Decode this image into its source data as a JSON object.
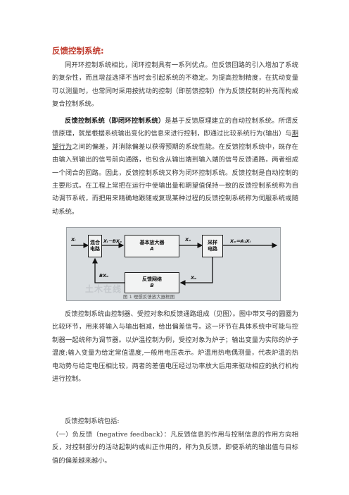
{
  "title": "反馈控制系统:",
  "p1": "同开环控制系统相比，闭环控制具有一系列优点。但反馈回路的引入增加了系统的复杂性，而且增益选择不当时会引起系统的不稳定。为提高控制精度，在扰动变量可以测量时，也常同时采用按扰动的控制（即前馈控制）作为反馈控制的补充而构成复合控制系统。",
  "p2": {
    "term": "反馈控制系统（即闭环控制系统）",
    "text_a": "是基于反馈原理建立的自动控制系统。所谓反馈原理，就是根据系统输出变化的信息来进行控制，即通过比较系统行为(输出）与",
    "underlined": "期望行为",
    "text_b": "之间的偏差，并消除偏差以获得预期的系统性能。在反馈控制系统中，既存在由输入到输出的信号前向通路，也包含从输出端到输入端的信号反馈通路，两者组成一个闭合的回路。因此，反馈控制系统又称为闭环控制系统。反馈控制是自动控制的主要形式。在工程上常把在运行中使输出量和期望值保持一致的反馈控制系统称为自动调节系统，而把用来精确地跟随或复现某种过程的反馈控制系统称为伺服系统或随动系统。"
  },
  "figure": {
    "x_i": "Xᵢ",
    "mix_line1": "混合",
    "mix_line2": "电路",
    "sum_sig": "Xᵢ－BXₒ",
    "amp_line1": "基本放大器",
    "amp_line2": "A",
    "x0_top": "Xₒ",
    "sample_line1": "采样",
    "sample_line2": "电路",
    "out_sig": "Xₒ＝A₁Xᵢ",
    "fb_line1": "反馈网络",
    "fb_line2": "B",
    "bx0": "BXₒ",
    "x0_fb": "Xₒ",
    "caption": "图 1   理想反馈放大器框图",
    "watermark": "土木在线"
  },
  "p3": "反馈控制系统由控制器、受控对象和反馈通路组成（见图）。图中带叉号的圆圈为比较环节，用来将输入与输出相减，给出偏差信号。这一环节在具体系统中可能与控制器一起统称为调节器。以炉温控制为例，受控对象为炉子；输出变量为实际的炉子温度;输入变量为给定常值温度,一般用电压表示。炉温用热电偶测量，代表炉温的热电动势与给定电压相比较，两者的差值电压经过功率放大后用来驱动相应的执行机构进行控制。",
  "p4": "反馈控制系统包括:",
  "p5": "（一）负反馈（negative feedback）：凡反馈信息的作用与控制信息的作用方向相反，对控制部分的活动起制约或纠正作用的，称为负反馈。即使系统的输出值与目标值的偏差越来越小。"
}
